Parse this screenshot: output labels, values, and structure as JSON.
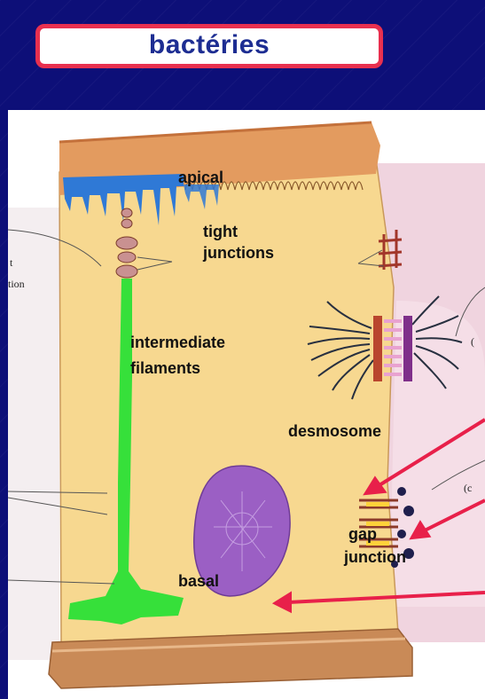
{
  "title": "bactéries",
  "diagram": {
    "labels": {
      "apical": "apical",
      "tight_1": "tight",
      "tight_2": "junctions",
      "intermediate_1": "intermediate",
      "intermediate_2": "filaments",
      "desmosome": "desmosome",
      "gap_1": "gap",
      "gap_2": "junction",
      "basal": "basal"
    },
    "fragments": {
      "left_t": "t",
      "left_tion": "tion",
      "right_paren_1": "(",
      "right_paren_2": "(c"
    },
    "colors": {
      "title_border": "#e8304f",
      "title_text": "#1d2d92",
      "background": "#0d0f78",
      "cell": "#f7d890",
      "neighbor_cell": "#f0d4df",
      "apical_stain": "#2f79d6",
      "lateral_stain": "#36e03a",
      "nucleus": "#9b5fc4",
      "arrows": "#e8204a"
    }
  }
}
